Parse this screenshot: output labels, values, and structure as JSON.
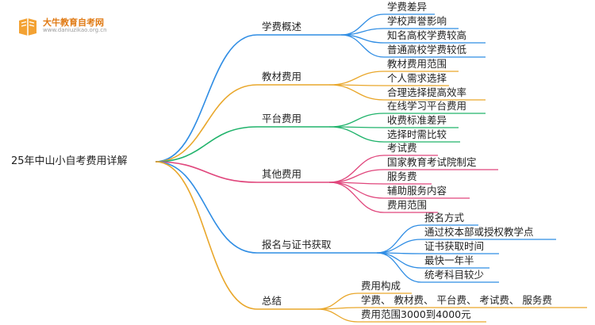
{
  "logo": {
    "title": "大牛教育自考网",
    "url": "www.daniuzikao.org.cn"
  },
  "root": "25年中山小自考费用详解",
  "branches": [
    {
      "label": "学费概述",
      "color": "#2f8de4",
      "leaves": [
        "学费差异",
        "学校声誉影响",
        "知名高校学费较高",
        "普通高校学费较低"
      ]
    },
    {
      "label": "教材费用",
      "color": "#e9a72b",
      "leaves": [
        "教材费用范围",
        "个人需求选择",
        "合理选择提高效率"
      ]
    },
    {
      "label": "平台费用",
      "color": "#20b36b",
      "leaves": [
        "在线学习平台费用",
        "收费标准差异",
        "选择时需比较"
      ]
    },
    {
      "label": "其他费用",
      "color": "#e0467c",
      "leaves": [
        "考试费",
        "国家教育考试院制定",
        "服务费",
        "辅助服务内容",
        "费用范围"
      ]
    },
    {
      "label": "报名与证书获取",
      "color": "#2f8de4",
      "leaves": [
        "报名方式",
        "通过校本部或授权教学点",
        "证书获取时间",
        "最快一年半",
        "统考科目较少"
      ]
    },
    {
      "label": "总结",
      "color": "#e9a72b",
      "leaves": [
        "费用构成",
        "学费、 教材费、 平台费、 考试费、 服务费",
        "费用范围3000到4000元"
      ]
    }
  ]
}
